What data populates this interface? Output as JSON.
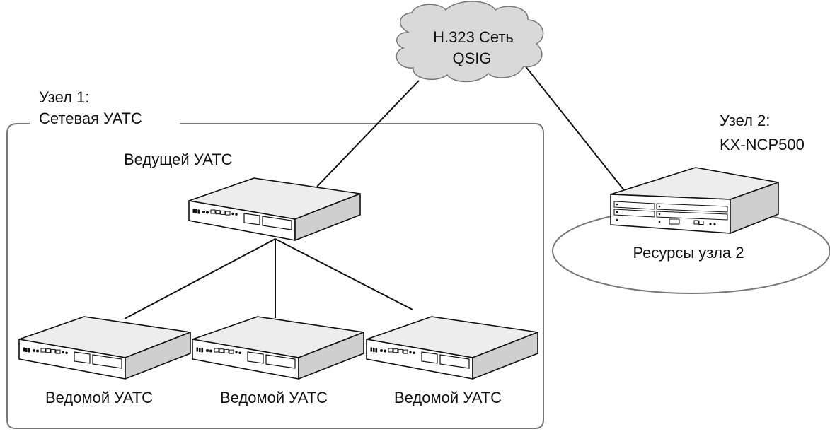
{
  "cloud": {
    "line1": "H.323 Сеть",
    "line2": "QSIG"
  },
  "node1": {
    "title_line1": "Узел 1:",
    "title_line2": "Сетевая УАТС",
    "master_label": "Ведущей УАТС",
    "slave_labels": [
      "Ведомой УАТС",
      "Ведомой УАТС",
      "Ведомой УАТС"
    ]
  },
  "node2": {
    "title_line1": "Узел 2:",
    "title_line2": "KX-NCP500",
    "resources_label": "Ресурсы узла 2"
  },
  "colors": {
    "line": "#111111",
    "cloud_fill": "#d9d9d9",
    "device_top": "#ededed",
    "device_front": "#ffffff",
    "device_side": "#cfcfcf",
    "frame": "#777777"
  }
}
